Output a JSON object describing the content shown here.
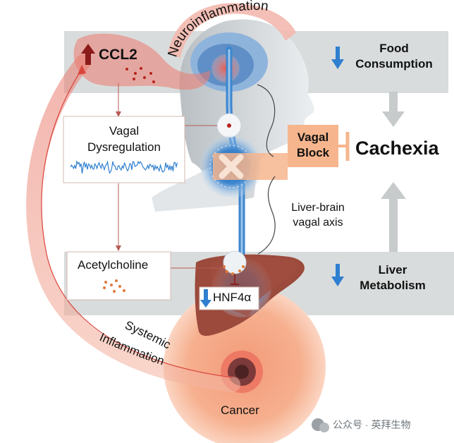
{
  "labels": {
    "neuroinflammation": "Neuroinflammation",
    "ccl2": "CCL2",
    "food_line1": "Food",
    "food_line2": "Consumption",
    "vagal_dys_line1": "Vagal",
    "vagal_dys_line2": "Dysregulation",
    "vagal_block_line1": "Vagal",
    "vagal_block_line2": "Block",
    "cachexia": "Cachexia",
    "liver_brain_line1": "Liver-brain",
    "liver_brain_line2": "vagal axis",
    "acetylcholine": "Acetylcholine",
    "liver_line1": "Liver",
    "liver_line2": "Metabolism",
    "hnf4a": "HNF4α",
    "systemic_line1": "Systemic",
    "systemic_line2": "Inflammation",
    "cancer": "Cancer",
    "watermark": "公众号 · 英拜生物"
  },
  "colors": {
    "band": "#d9dcdc",
    "inflammation_red": "#e8594f",
    "dark_red": "#8b1a1a",
    "down_arrow_blue": "#2f7fd0",
    "vagus_blue": "#3d86cf",
    "vagal_block_orange": "#f6b58d",
    "liver_brown": "#9b4a3c",
    "cancer_peach": "#f6b08f",
    "flow_arrow_grey": "#c8cbcb"
  }
}
